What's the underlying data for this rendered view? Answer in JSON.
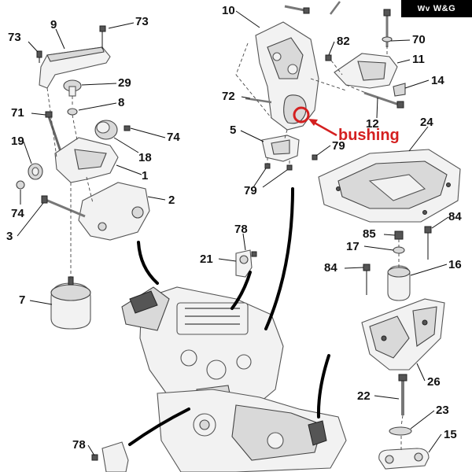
{
  "brand": {
    "mark": "Wv",
    "name": "W&G"
  },
  "annotation": {
    "text": "bushing",
    "color": "#d42020"
  },
  "labels": {
    "l73a": "73",
    "l9": "9",
    "l73b": "73",
    "l29": "29",
    "l8": "8",
    "l71": "71",
    "l74a": "74",
    "l18": "18",
    "l19": "19",
    "l1": "1",
    "l74b": "74",
    "l2": "2",
    "l3": "3",
    "l7": "7",
    "l10": "10",
    "l82": "82",
    "l70": "70",
    "l11": "11",
    "l14": "14",
    "l72": "72",
    "l12": "12",
    "l24": "24",
    "l5": "5",
    "l79a": "79",
    "l79b": "79",
    "l78a": "78",
    "l21": "21",
    "l85": "85",
    "l84a": "84",
    "l17": "17",
    "l84b": "84",
    "l16": "16",
    "l26": "26",
    "l22": "22",
    "l23": "23",
    "l15": "15",
    "l78b": "78"
  }
}
